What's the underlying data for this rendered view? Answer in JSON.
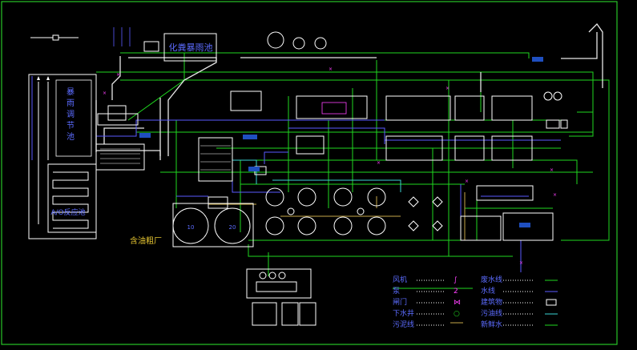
{
  "colors": {
    "frame": "#27c427",
    "pipe_green": "#1fd81f",
    "pipe_white": "#e8e8e8",
    "pipe_blue": "#5a5aff",
    "pipe_cyan": "#3ad3d3",
    "pipe_olive": "#c6a94a",
    "label_blue": "#5c6cff",
    "label_white": "#ffffff",
    "label_yellow": "#e0c030",
    "legend_mag": "#ff40ff",
    "badge_bg": "#1f4fc0"
  },
  "tanks": {
    "reaction_tank": "化粪暴雨池",
    "storm_tank": "暴雨调节池",
    "ab_tank": "A/O反应池",
    "old_plant": "含油粗厂"
  },
  "legend": {
    "left": [
      {
        "label": "风机",
        "symbol_label": "∫"
      },
      {
        "label": "泵",
        "symbol_label": "2"
      },
      {
        "label": "闸门",
        "symbol_label": "⋈"
      },
      {
        "label": "下水井",
        "symbol_label": "○"
      },
      {
        "label": "污泥线",
        "symbol_label": ""
      }
    ],
    "right": [
      {
        "label": "废水线"
      },
      {
        "label": "水线"
      },
      {
        "label": "建筑物"
      },
      {
        "label": "污油线"
      },
      {
        "label": "新鲜水"
      }
    ]
  }
}
